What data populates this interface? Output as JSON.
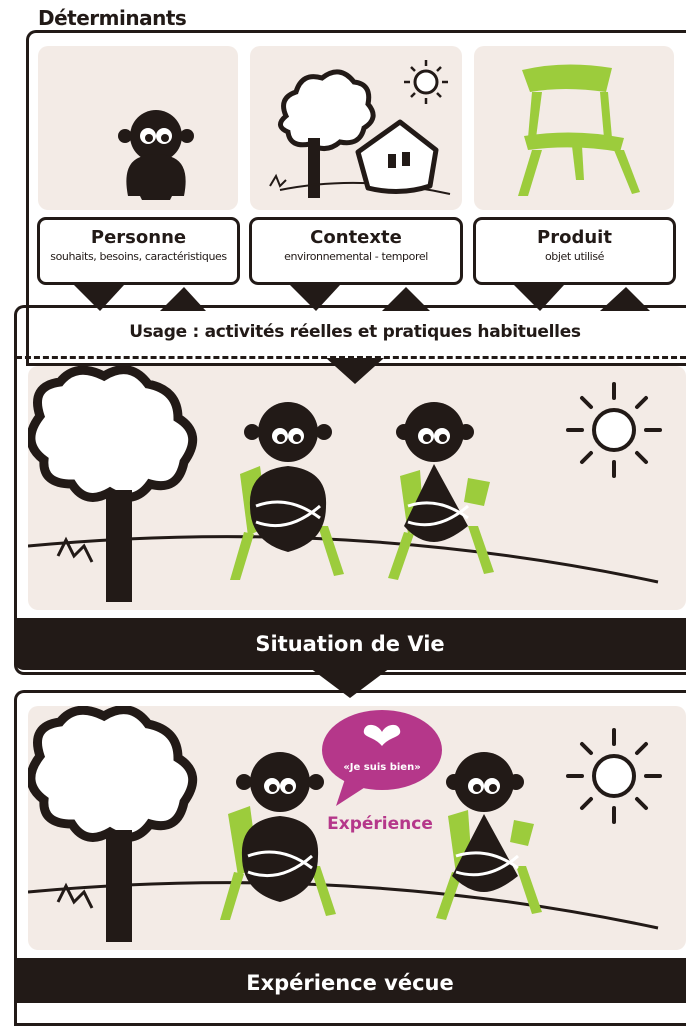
{
  "title": "Déterminants",
  "determinants": [
    {
      "label": "Personne",
      "sub": "souhaits, besoins, caractéristiques"
    },
    {
      "label": "Contexte",
      "sub": "environnemental - temporel"
    },
    {
      "label": "Produit",
      "sub": "objet utilisé"
    }
  ],
  "usage": "Usage : activités réelles et pratiques habituelles",
  "situation": "Situation de Vie",
  "bubble": "«Je suis bien»",
  "experience_label": "Expérience",
  "experience_band": "Expérience vécue",
  "colors": {
    "dark": "#221a17",
    "panel": "#f3ebe6",
    "green": "#9ccc3c",
    "magenta": "#b5378a"
  }
}
